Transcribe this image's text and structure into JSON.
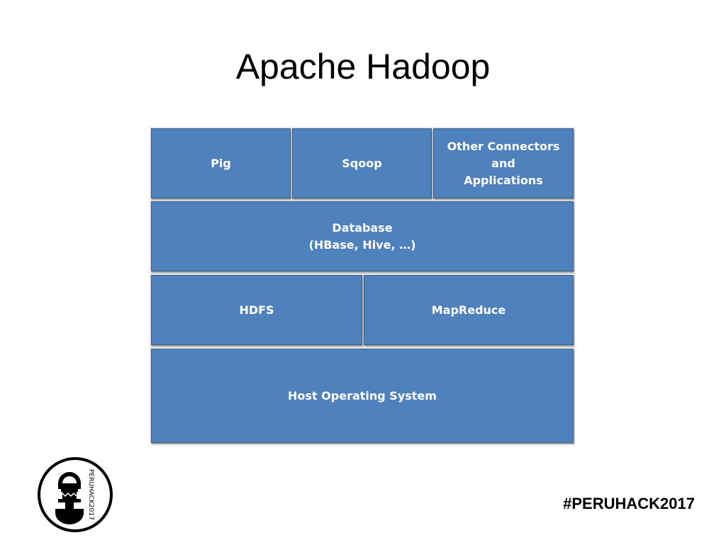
{
  "slide": {
    "title": "Apache Hadoop",
    "hashtag": "#PERUHACK2017",
    "logo_text": "PERUHACK2017",
    "logo_icon": "tumi-knife-logo-icon"
  },
  "diagram": {
    "colors": {
      "block_fill": "#4f81bd",
      "block_border": "#385d8a",
      "block_text": "#ffffff"
    },
    "layers": [
      {
        "name": "applications-layer",
        "blocks": [
          {
            "id": "pig",
            "label": "Pig"
          },
          {
            "id": "sqoop",
            "label": "Sqoop"
          },
          {
            "id": "other-connectors",
            "label": "Other Connectors and\nApplications"
          }
        ]
      },
      {
        "name": "database-layer",
        "blocks": [
          {
            "id": "database",
            "label": "Database\n(HBase, Hive, …)"
          }
        ]
      },
      {
        "name": "storage-processing-layer",
        "blocks": [
          {
            "id": "hdfs",
            "label": "HDFS"
          },
          {
            "id": "mapreduce",
            "label": "MapReduce"
          }
        ]
      },
      {
        "name": "os-layer",
        "blocks": [
          {
            "id": "host-os",
            "label": "Host Operating System"
          }
        ]
      }
    ]
  }
}
